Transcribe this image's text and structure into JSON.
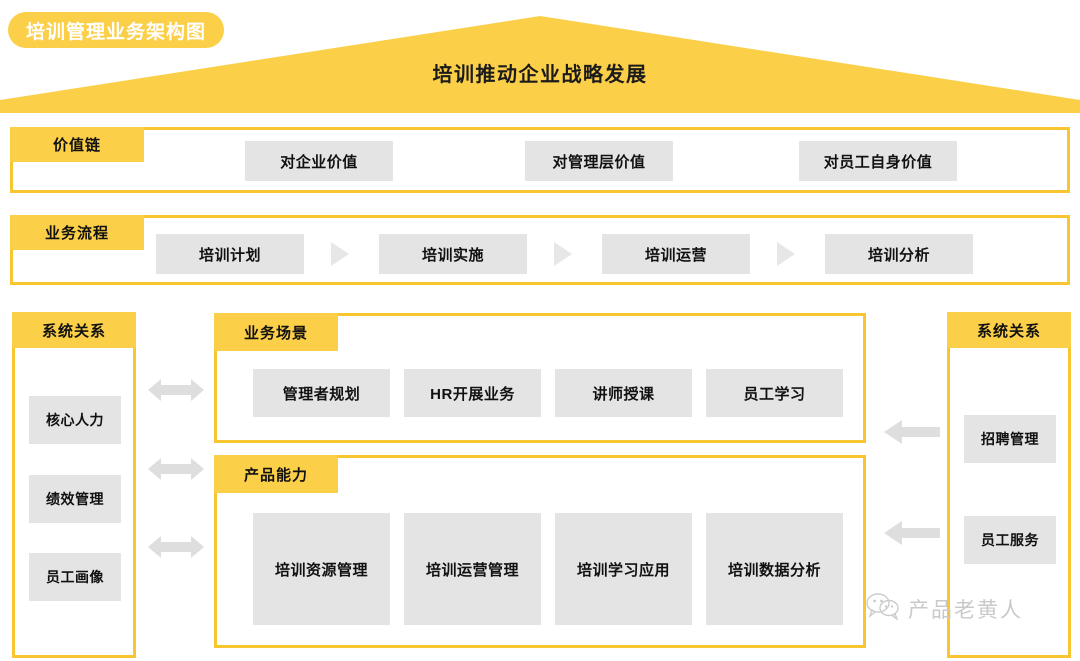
{
  "title_badge": {
    "label": "培训管理业务架构图"
  },
  "hero": {
    "headline": "培训推动企业战略发展"
  },
  "value_chain": {
    "tab_label": "价值链",
    "items": [
      {
        "label": "对企业价值"
      },
      {
        "label": "对管理层价值"
      },
      {
        "label": "对员工自身价值"
      }
    ]
  },
  "business_process": {
    "tab_label": "业务流程",
    "items": [
      {
        "label": "培训计划"
      },
      {
        "label": "培训实施"
      },
      {
        "label": "培训运营"
      },
      {
        "label": "培训分析"
      }
    ],
    "separator_icon": "triangle-right-icon"
  },
  "left_panel": {
    "header": "系统关系",
    "items": [
      {
        "label": "核心人力"
      },
      {
        "label": "绩效管理"
      },
      {
        "label": "员工画像"
      }
    ],
    "connector_icon": "double-arrow-icon"
  },
  "right_panel": {
    "header": "系统关系",
    "items": [
      {
        "label": "招聘管理"
      },
      {
        "label": "员工服务"
      }
    ],
    "connector_icon": "arrow-left-icon"
  },
  "business_scenario": {
    "tab_label": "业务场景",
    "items": [
      {
        "label": "管理者规划"
      },
      {
        "label": "HR开展业务"
      },
      {
        "label": "讲师授课"
      },
      {
        "label": "员工学习"
      }
    ]
  },
  "product_capability": {
    "tab_label": "产品能力",
    "items": [
      {
        "label": "培训资源管理"
      },
      {
        "label": "培训运营管理"
      },
      {
        "label": "培训学习应用"
      },
      {
        "label": "培训数据分析"
      }
    ]
  },
  "watermark": {
    "icon": "wechat-icon",
    "text": "产品老黄人"
  },
  "colors": {
    "accent_yellow": "#FBCF48",
    "border_yellow": "#F8C630",
    "chip_gray": "#E4E4E4",
    "arrow_gray": "#DEDEDE",
    "text_dark": "#111111",
    "background": "#FFFFFF"
  }
}
